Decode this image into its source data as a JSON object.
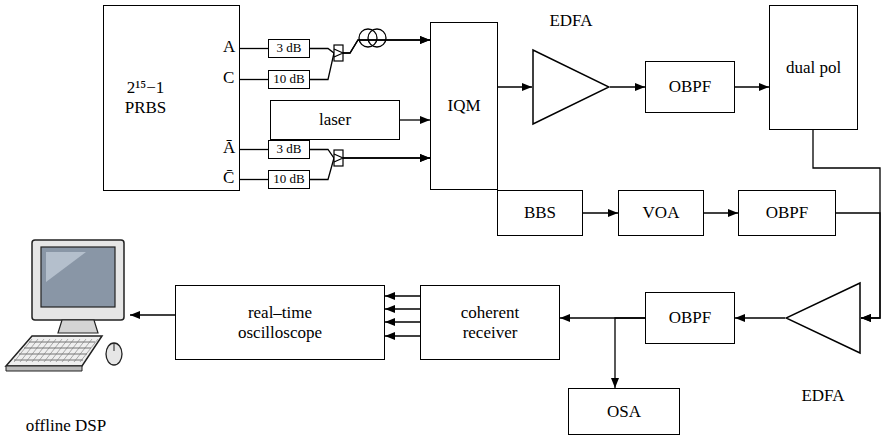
{
  "diagram": {
    "nodes": [
      {
        "text": [
          "2¹⁵−1 PRBS"
        ]
      },
      {
        "text": [
          "3 dB"
        ]
      },
      {
        "text": [
          "10 dB"
        ]
      },
      {
        "text": [
          "laser"
        ]
      },
      {
        "text": [
          "3 dB"
        ]
      },
      {
        "text": [
          "10 dB"
        ]
      },
      {
        "text": [
          "IQM"
        ]
      },
      {
        "text": [
          "EDFA"
        ]
      },
      {
        "text": [
          "OBPF"
        ]
      },
      {
        "text": [
          "dual pol"
        ]
      },
      {
        "text": [
          "BBS"
        ]
      },
      {
        "text": [
          "VOA"
        ]
      },
      {
        "text": [
          "OBPF"
        ]
      },
      {
        "text": [
          "real–time oscilloscope"
        ]
      },
      {
        "text": [
          "coherent receiver"
        ]
      },
      {
        "text": [
          "OBPF"
        ]
      },
      {
        "text": [
          "EDFA"
        ]
      },
      {
        "text": [
          "offline DSP"
        ]
      },
      {
        "text": [
          "OSA"
        ]
      }
    ],
    "edges": [
      {
        "from": 0,
        "to": 1,
        "arrow": "none"
      },
      {
        "from": 0,
        "to": 2,
        "arrow": "none"
      },
      {
        "from": 0,
        "to": 4,
        "arrow": "none"
      },
      {
        "from": 0,
        "to": 5,
        "arrow": "none"
      },
      {
        "from": 1,
        "to": 6,
        "arrow": "to"
      },
      {
        "from": 2,
        "to": 6,
        "arrow": "to"
      },
      {
        "from": 3,
        "to": 6,
        "arrow": "to"
      },
      {
        "from": 4,
        "to": 6,
        "arrow": "to"
      },
      {
        "from": 5,
        "to": 6,
        "arrow": "to"
      },
      {
        "from": 6,
        "to": 7,
        "arrow": "to"
      },
      {
        "from": 7,
        "to": 8,
        "arrow": "to"
      },
      {
        "from": 8,
        "to": 9,
        "arrow": "to"
      },
      {
        "from": 10,
        "to": 11,
        "arrow": "to"
      },
      {
        "from": 11,
        "to": 12,
        "arrow": "to"
      },
      {
        "from": 9,
        "to": 16,
        "arrow": "to"
      },
      {
        "from": 12,
        "to": 16,
        "arrow": "to"
      },
      {
        "from": 16,
        "to": 15,
        "arrow": "to"
      },
      {
        "from": 15,
        "to": 14,
        "arrow": "to"
      },
      {
        "from": 15,
        "to": 18,
        "arrow": "to"
      },
      {
        "from": 14,
        "to": 13,
        "arrow": "to"
      },
      {
        "from": 14,
        "to": 13,
        "arrow": "to"
      },
      {
        "from": 14,
        "to": 13,
        "arrow": "to"
      },
      {
        "from": 14,
        "to": 13,
        "arrow": "to"
      },
      {
        "from": 13,
        "to": 17,
        "arrow": "to"
      }
    ],
    "labels": [
      "A",
      "C",
      "Ā",
      "C̄"
    ]
  }
}
